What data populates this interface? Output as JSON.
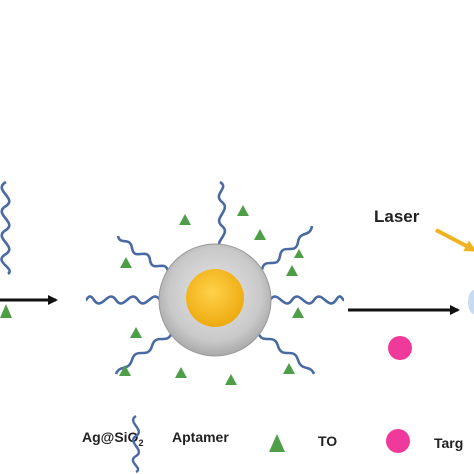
{
  "diagram": {
    "laser_label": "Laser",
    "legend": [
      {
        "key": "particle",
        "label": "Ag@SiO",
        "subscript": "2"
      },
      {
        "key": "aptamer",
        "label": "Aptamer"
      },
      {
        "key": "to",
        "label": "TO"
      },
      {
        "key": "target",
        "label": "Targ"
      }
    ],
    "colors": {
      "strand": "#4a6aa4",
      "triangle": "#4e9e48",
      "core": "#f6bb1c",
      "shell": "#c8c8c8",
      "target": "#ef3a9c",
      "laser": "#f0b21e",
      "arrow": "#111111"
    }
  }
}
